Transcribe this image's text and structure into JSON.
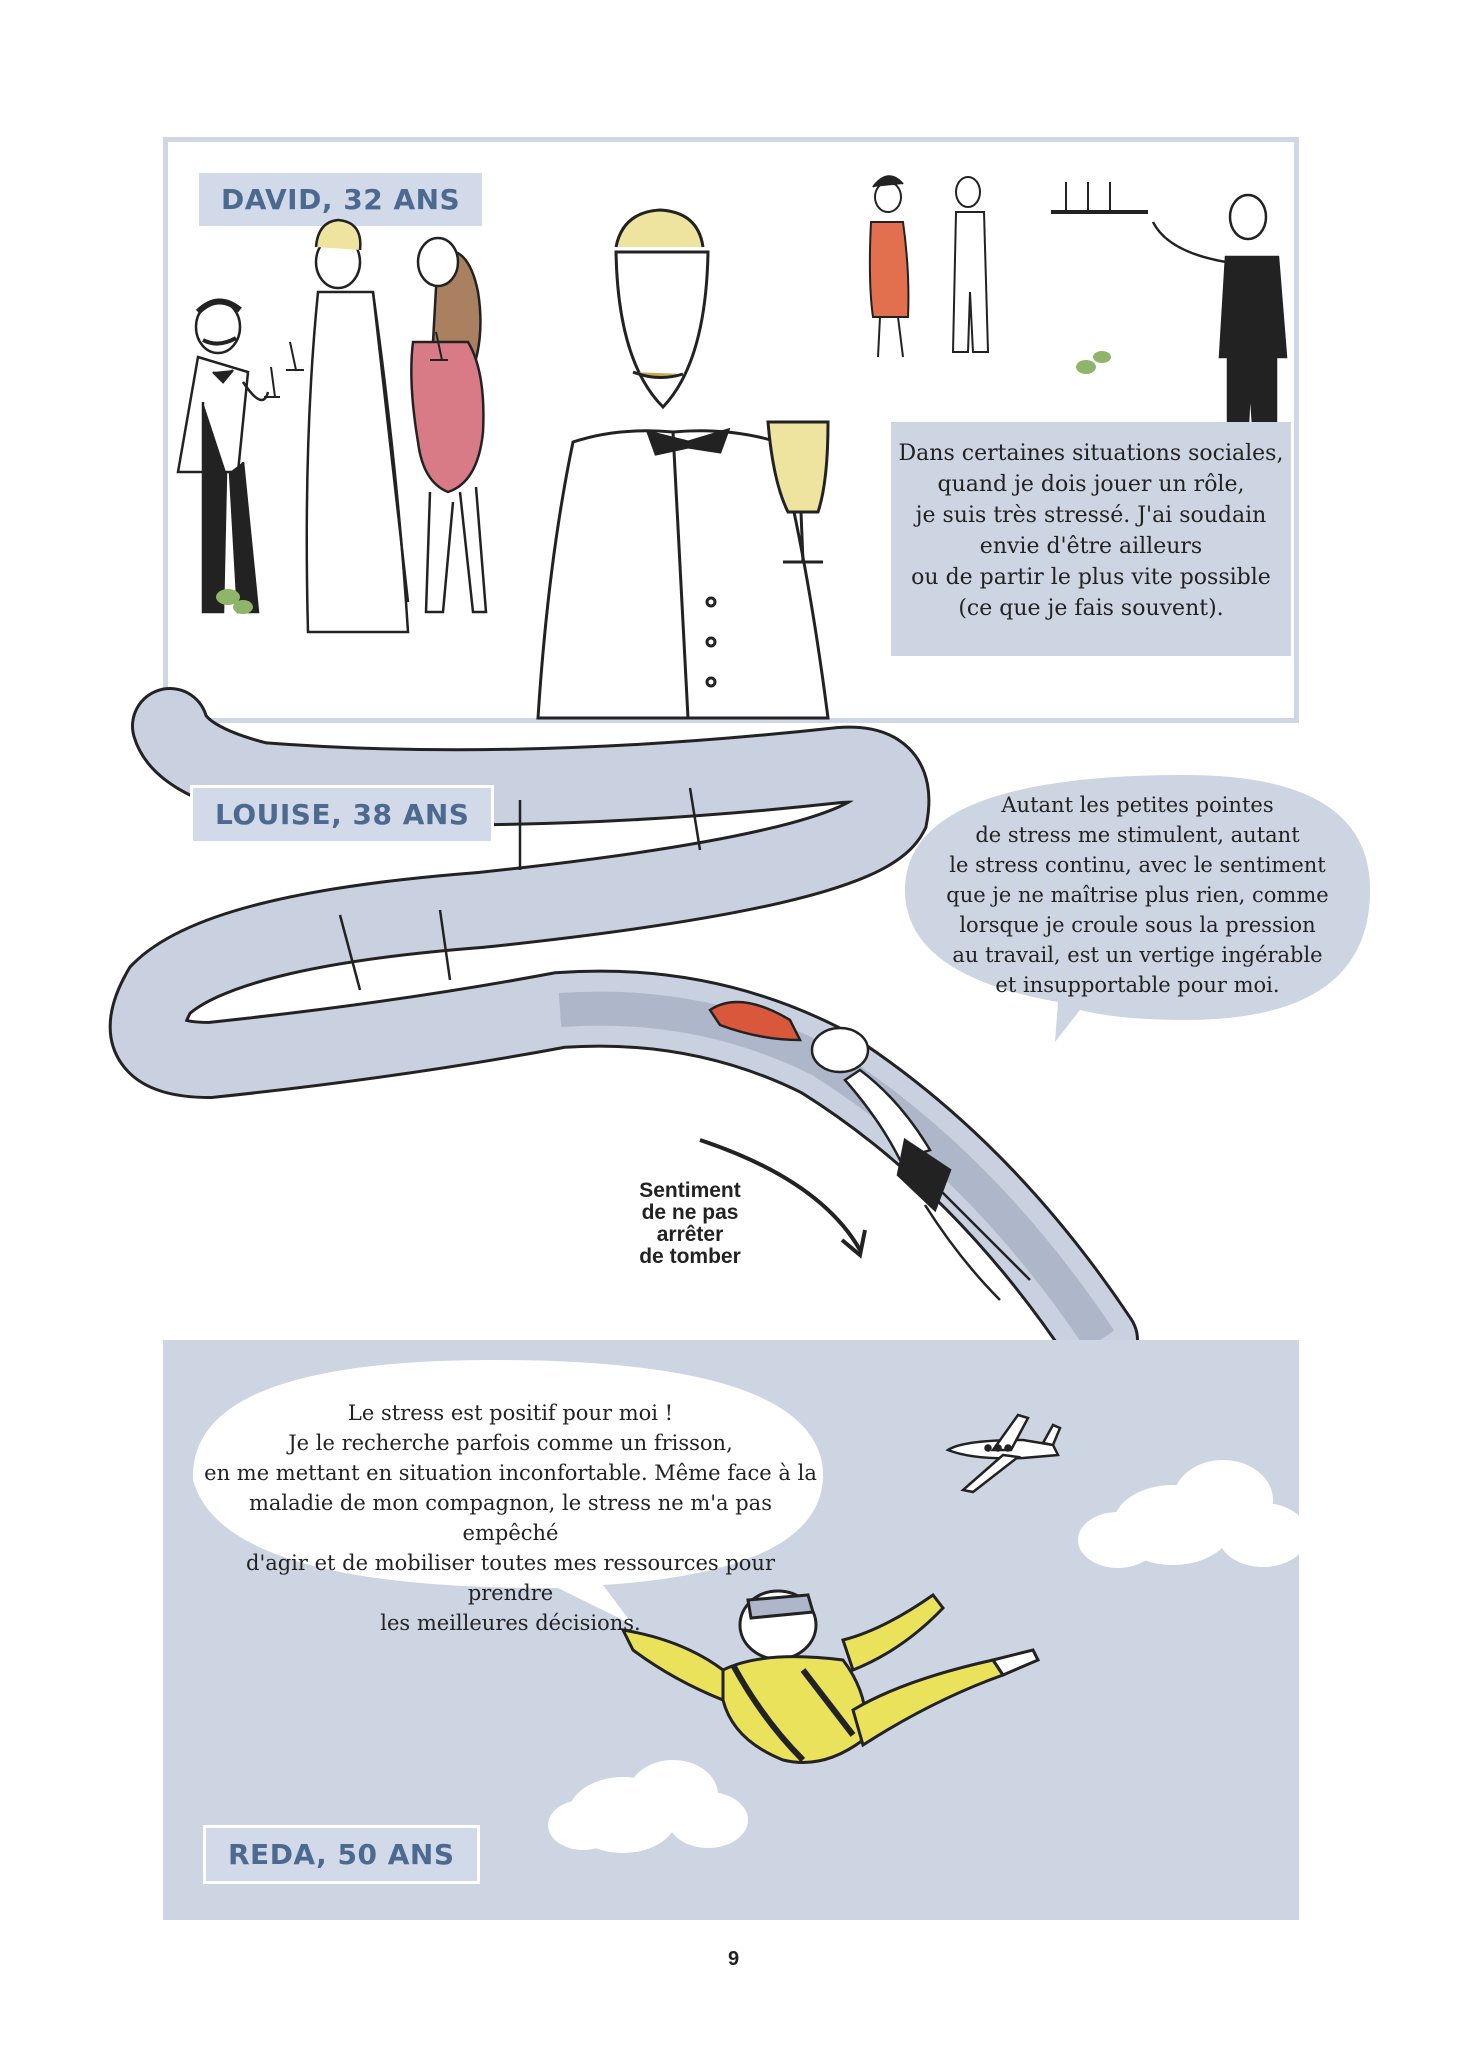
{
  "panels": {
    "david": {
      "name": "DAVID, 32 ANS",
      "caption_lines": [
        "Dans certaines situations sociales,",
        "quand je dois jouer un rôle,",
        "je suis très stressé. J'ai soudain",
        "envie d'être ailleurs",
        "ou de partir le plus vite possible",
        "(ce que je fais souvent)."
      ]
    },
    "louise": {
      "name": "LOUISE, 38 ANS",
      "bubble_lines": [
        "Autant les petites pointes",
        "de stress me stimulent, autant",
        "le stress continu, avec le sentiment",
        "que je ne maîtrise plus rien, comme",
        "lorsque je croule sous la pression",
        "au travail, est un vertige ingérable",
        "et insupportable pour moi."
      ],
      "annotation_lines": [
        "Sentiment",
        "de ne pas",
        "arrêter",
        "de tomber"
      ]
    },
    "reda": {
      "name": "REDA, 50 ANS",
      "bubble_lines": [
        "Le stress est positif pour moi !",
        "Je le recherche parfois comme un frisson,",
        "en me mettant en situation inconfortable. Même face à la",
        "maladie de mon compagnon, le stress ne m'a pas empêché",
        "d'agir et de mobiliser toutes mes ressources pour prendre",
        "les meilleures décisions."
      ]
    }
  },
  "page_number": "9",
  "colors": {
    "panel_blue": "#cdd4e2",
    "tag_text": "#4c6a90",
    "slide_fill": "#c9d0df",
    "slide_inner": "#aeb7c9",
    "pink_dress": "#d97b86",
    "orange_dress": "#e2704e",
    "hair_red": "#d9573a",
    "champagne": "#efe3a0",
    "jacket_yellow": "#e9e25a",
    "plant_green": "#8fb56b"
  }
}
